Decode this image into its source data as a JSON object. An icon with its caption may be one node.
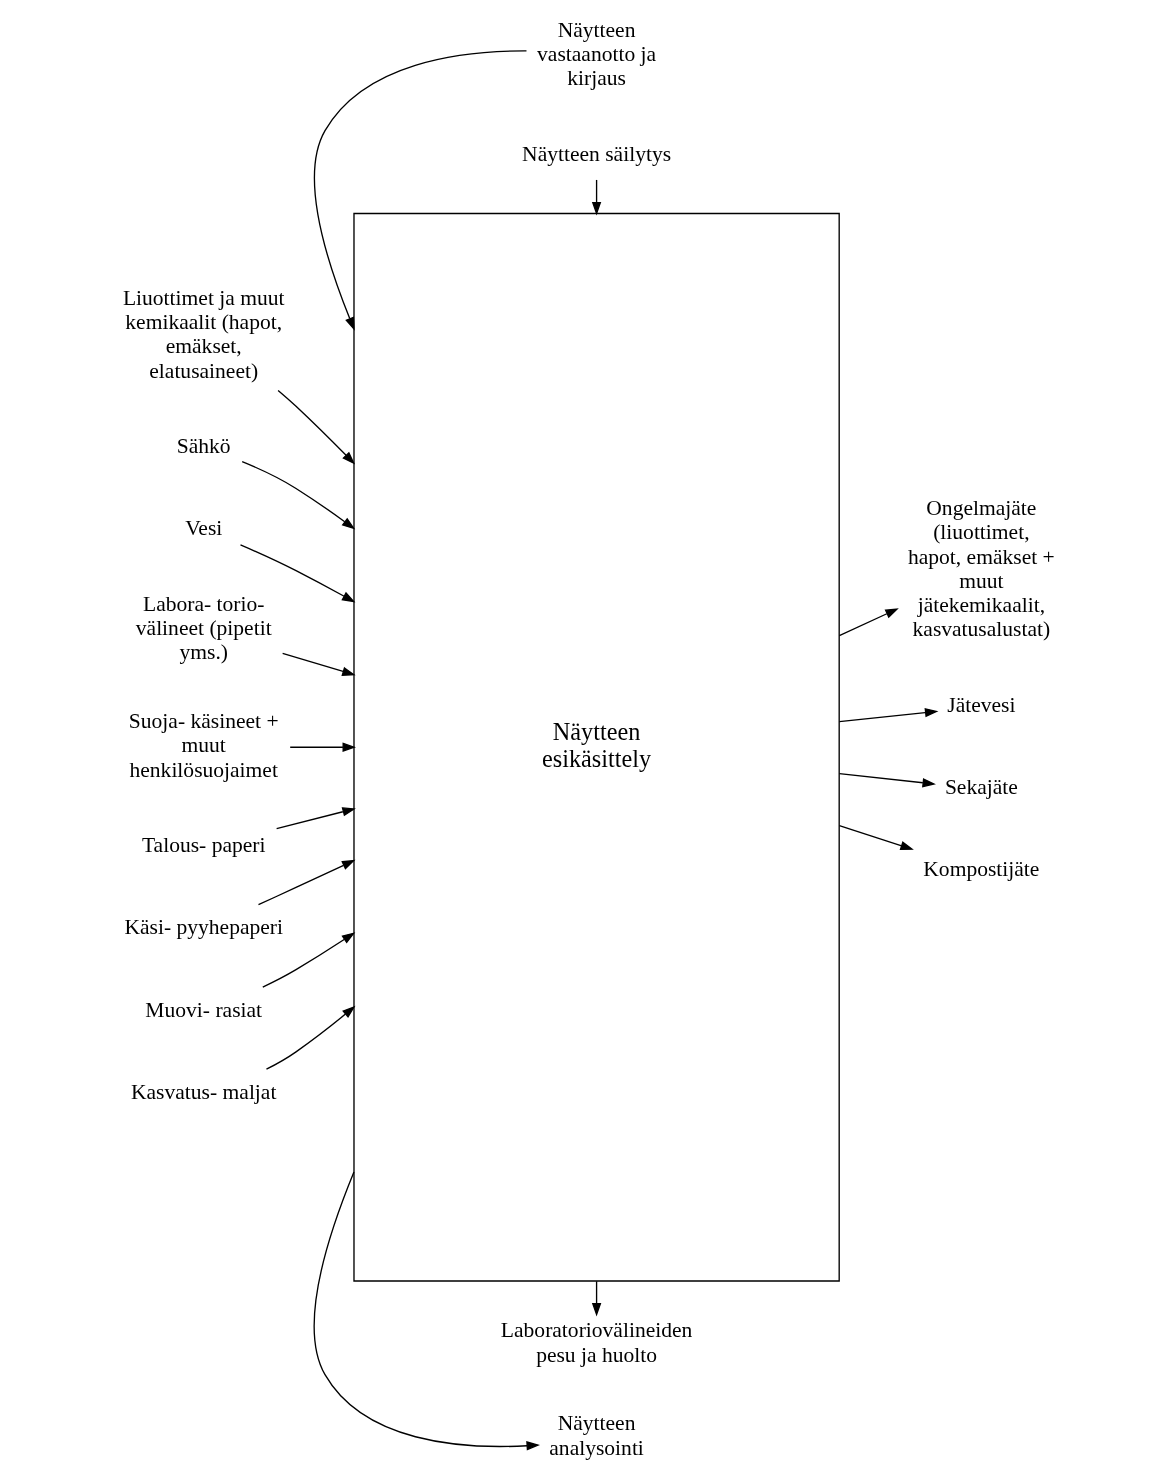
{
  "diagram": {
    "nodes": [
      {
        "text": [
          "Näytteen vastaanotto ja kirjaus"
        ]
      },
      {
        "text": [
          "Näytteen säilytys"
        ]
      },
      {
        "text": [
          "Näytteen esikäsittely"
        ]
      },
      {
        "text": [
          "Liuottimet ja muut kemikaalit (hapot, emäkset, elatusaineet)"
        ]
      },
      {
        "text": [
          "Sähkö"
        ]
      },
      {
        "text": [
          "Vesi"
        ]
      },
      {
        "text": [
          "Labora- torio- välineet (pipetit yms.)"
        ]
      },
      {
        "text": [
          "Suoja- käsineet + muut henkilösuojaimet"
        ]
      },
      {
        "text": [
          "Talous- paperi"
        ]
      },
      {
        "text": [
          "Käsi- pyyhepaperi"
        ]
      },
      {
        "text": [
          "Muovi- rasiat"
        ]
      },
      {
        "text": [
          "Kasvatus- maljat"
        ]
      },
      {
        "text": [
          "Ongelmajäte (liuottimet, hapot, emäkset + muut jätekemikaalit, kasvatusalustat)"
        ]
      },
      {
        "text": [
          "Jätevesi"
        ]
      },
      {
        "text": [
          "Sekajäte"
        ]
      },
      {
        "text": [
          "Kompostijäte"
        ]
      },
      {
        "text": [
          "Näytteen analysointi"
        ]
      },
      {
        "text": [
          "Laboratoriovälineiden pesu ja huolto"
        ]
      }
    ],
    "edges": [
      {
        "from": 0,
        "to": 2,
        "arrow": "to"
      },
      {
        "from": 1,
        "to": 2,
        "arrow": "to"
      },
      {
        "from": 3,
        "to": 2,
        "arrow": "to"
      },
      {
        "from": 4,
        "to": 2,
        "arrow": "to"
      },
      {
        "from": 5,
        "to": 2,
        "arrow": "to"
      },
      {
        "from": 6,
        "to": 2,
        "arrow": "to"
      },
      {
        "from": 7,
        "to": 2,
        "arrow": "to"
      },
      {
        "from": 8,
        "to": 2,
        "arrow": "to"
      },
      {
        "from": 9,
        "to": 2,
        "arrow": "to"
      },
      {
        "from": 10,
        "to": 2,
        "arrow": "to"
      },
      {
        "from": 11,
        "to": 2,
        "arrow": "to"
      },
      {
        "from": 2,
        "to": 12,
        "arrow": "to"
      },
      {
        "from": 2,
        "to": 13,
        "arrow": "to"
      },
      {
        "from": 2,
        "to": 14,
        "arrow": "to"
      },
      {
        "from": 2,
        "to": 15,
        "arrow": "to"
      },
      {
        "from": 2,
        "to": 16,
        "arrow": "to"
      },
      {
        "from": 2,
        "to": 17,
        "arrow": "to"
      }
    ]
  }
}
